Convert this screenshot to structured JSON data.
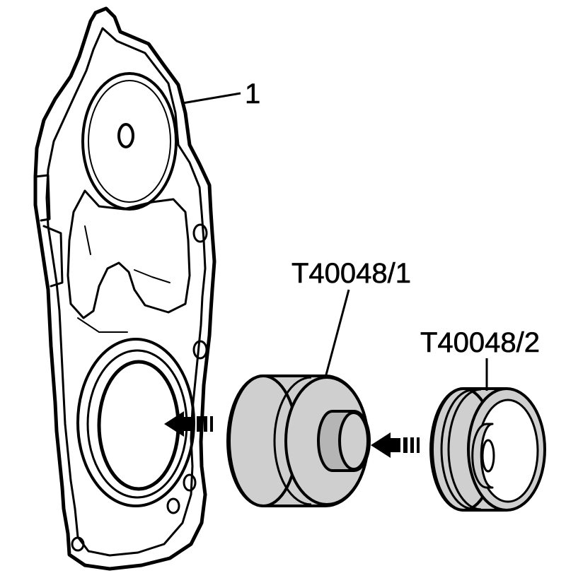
{
  "colors": {
    "background": "#ffffff",
    "outline": "#000000",
    "metal_shade": "#cfcfcf",
    "metal_dark": "#b5b5b5"
  },
  "callouts": {
    "cover": "1",
    "tool_1": "T40048/1",
    "tool_2": "T40048/2"
  }
}
